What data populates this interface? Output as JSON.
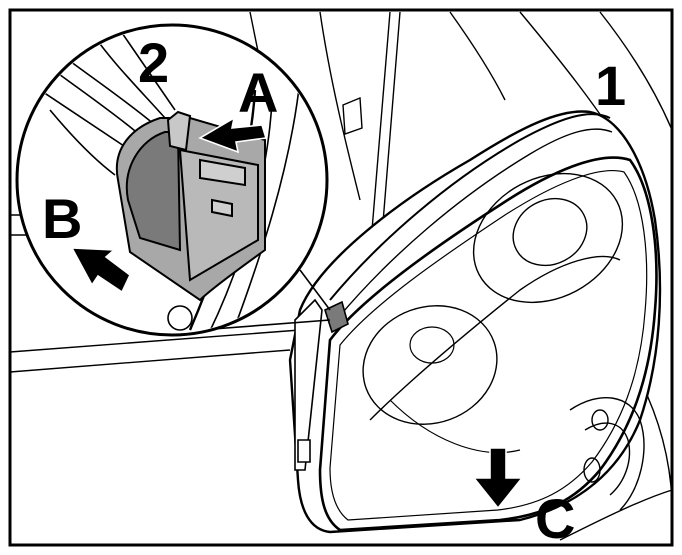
{
  "labels": {
    "one": "1",
    "two": "2",
    "a": "A",
    "b": "B",
    "c": "C"
  },
  "colors": {
    "line": "#000000",
    "connector_gray": "#a8a8a8",
    "connector_dark": "#7a7a7a",
    "background": "#ffffff"
  }
}
